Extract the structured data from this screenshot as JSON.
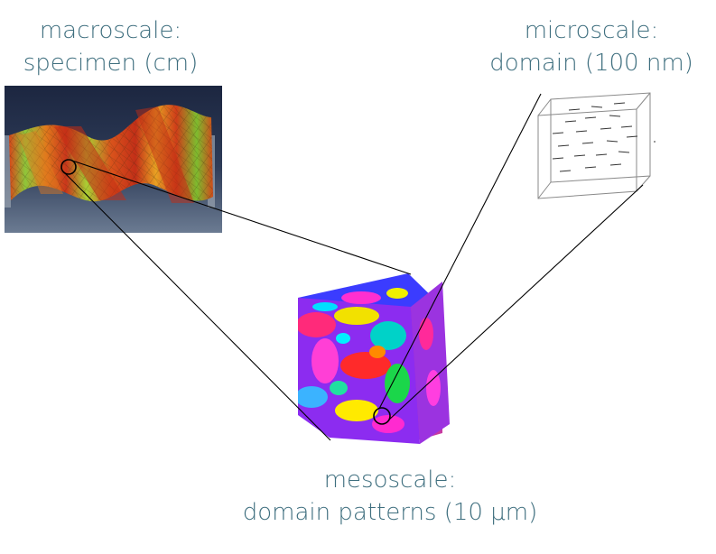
{
  "macroscale": {
    "line1": "macroscale:",
    "line2": "specimen  (cm)"
  },
  "microscale": {
    "line1": "microscale:",
    "line2": "domain (100 nm)"
  },
  "mesoscale": {
    "line1": "mesoscale:",
    "line2": "domain patterns (10 μm)"
  },
  "colors": {
    "label_text": "#3f6f7f",
    "specimen_bg_top": "#1e2a44",
    "specimen_bg_bottom": "#53647c",
    "specimen_green": "#6fbf2a",
    "specimen_red": "#d23a14",
    "specimen_orange": "#e88a1c"
  }
}
